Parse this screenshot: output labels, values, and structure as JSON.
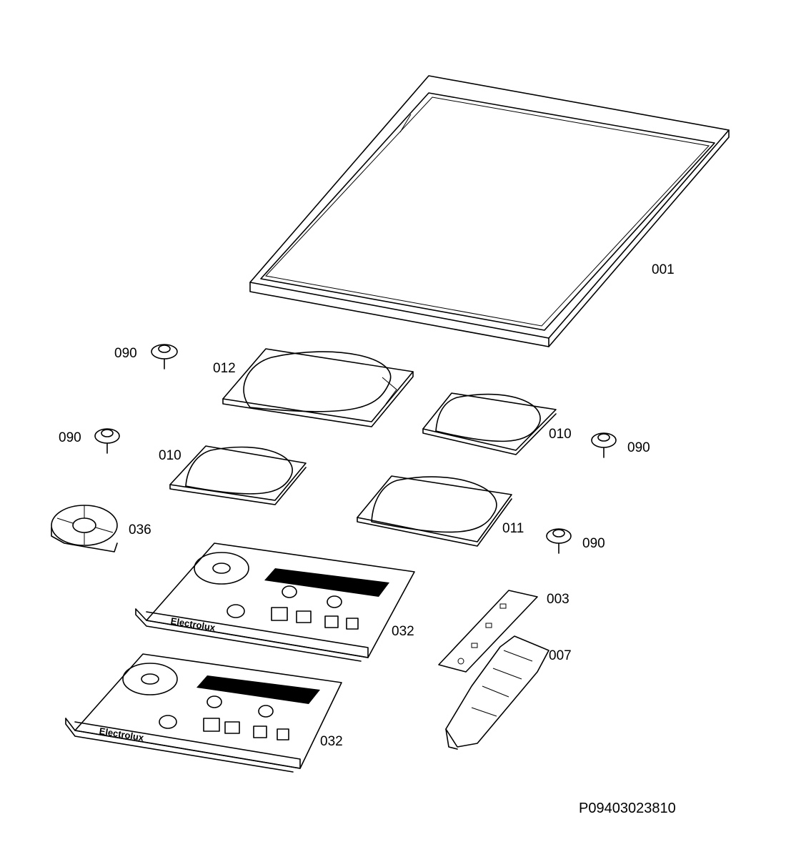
{
  "diagram": {
    "labels": {
      "p001": "001",
      "p012": "012",
      "p010a": "010",
      "p010b": "010",
      "p011": "011",
      "p036": "036",
      "p090a": "090",
      "p090b": "090",
      "p090c": "090",
      "p090d": "090",
      "p003": "003",
      "p007": "007",
      "p032a": "032",
      "p032b": "032"
    },
    "drawing_code": "P09403023810",
    "board_brand": "Electrolux"
  }
}
